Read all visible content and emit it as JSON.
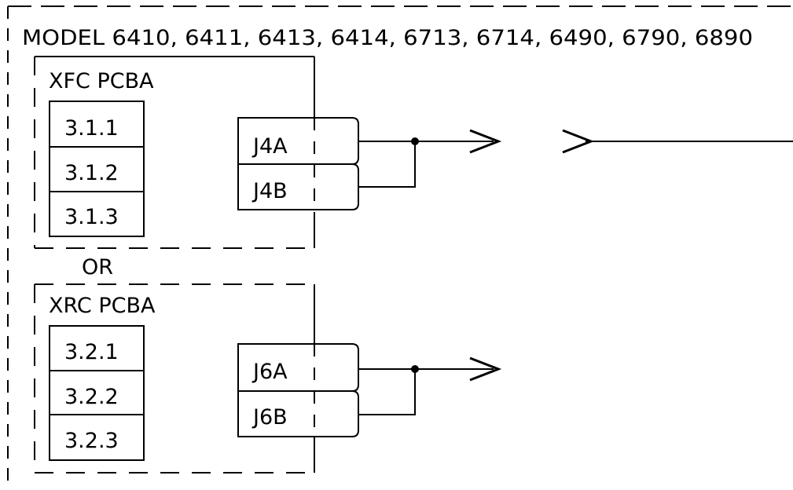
{
  "colors": {
    "line": "#000000",
    "background": "#ffffff"
  },
  "header": {
    "models": "MODEL 6410, 6411, 6413, 6414, 6713, 6714, 6490, 6790, 6890"
  },
  "separator": "OR",
  "boards": [
    {
      "name": "XFC PCBA",
      "items": [
        "3.1.1",
        "3.1.2",
        "3.1.3"
      ],
      "connectors": [
        "J4A",
        "J4B"
      ]
    },
    {
      "name": "XRC PCBA",
      "items": [
        "3.2.1",
        "3.2.2",
        "3.2.3"
      ],
      "connectors": [
        "J6A",
        "J6B"
      ]
    }
  ]
}
